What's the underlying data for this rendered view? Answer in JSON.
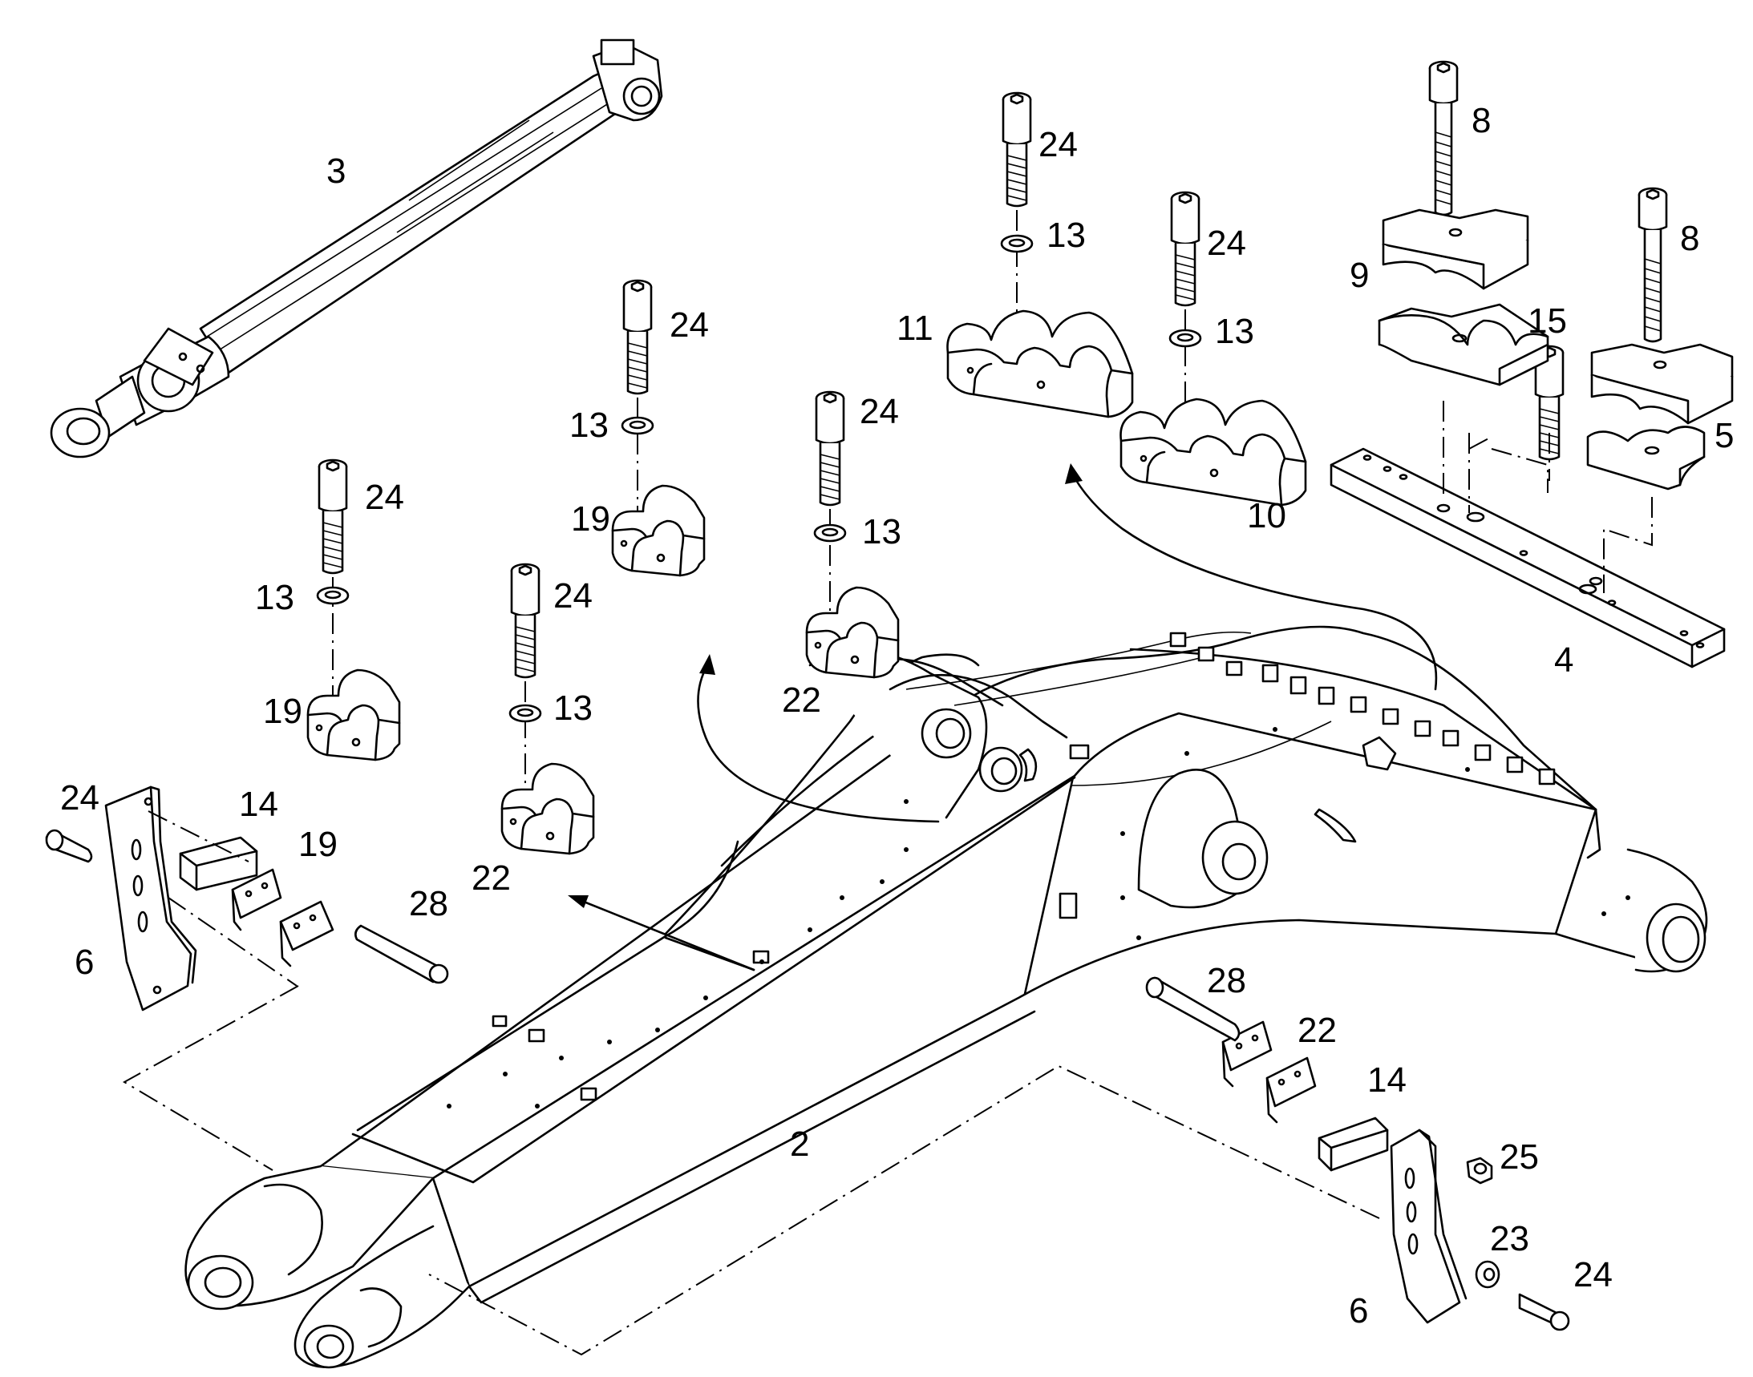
{
  "callouts": {
    "boom": "2",
    "cylinder": "3",
    "block_bar": "4",
    "clamp_half_5": "5",
    "plate_left": "6",
    "plate_right": "6",
    "bolt_8a": "8",
    "bolt_8b": "8",
    "clamp_half_9": "9",
    "double_clamp_10": "10",
    "double_clamp_11": "11",
    "washer_13a": "13",
    "washer_13b": "13",
    "washer_13c": "13",
    "washer_13d": "13",
    "washer_13e": "13",
    "spacer_left": "14",
    "spacer_right": "14",
    "screw_15": "15",
    "clamp_19a": "19",
    "clamp_19b": "19",
    "clamp_19c": "19",
    "clamp_22a": "22",
    "clamp_22b": "22",
    "clamp_22c": "22",
    "washer_23": "23",
    "bolt_24a": "24",
    "bolt_24b": "24",
    "bolt_24c": "24",
    "bolt_24d": "24",
    "bolt_24e": "24",
    "bolt_24f": "24",
    "bolt_24g": "24",
    "bolt_24h": "24",
    "nut_25": "25",
    "bolt_28a": "28",
    "bolt_28b": "28"
  },
  "colors": {
    "line": "#000000",
    "background": "#ffffff"
  }
}
